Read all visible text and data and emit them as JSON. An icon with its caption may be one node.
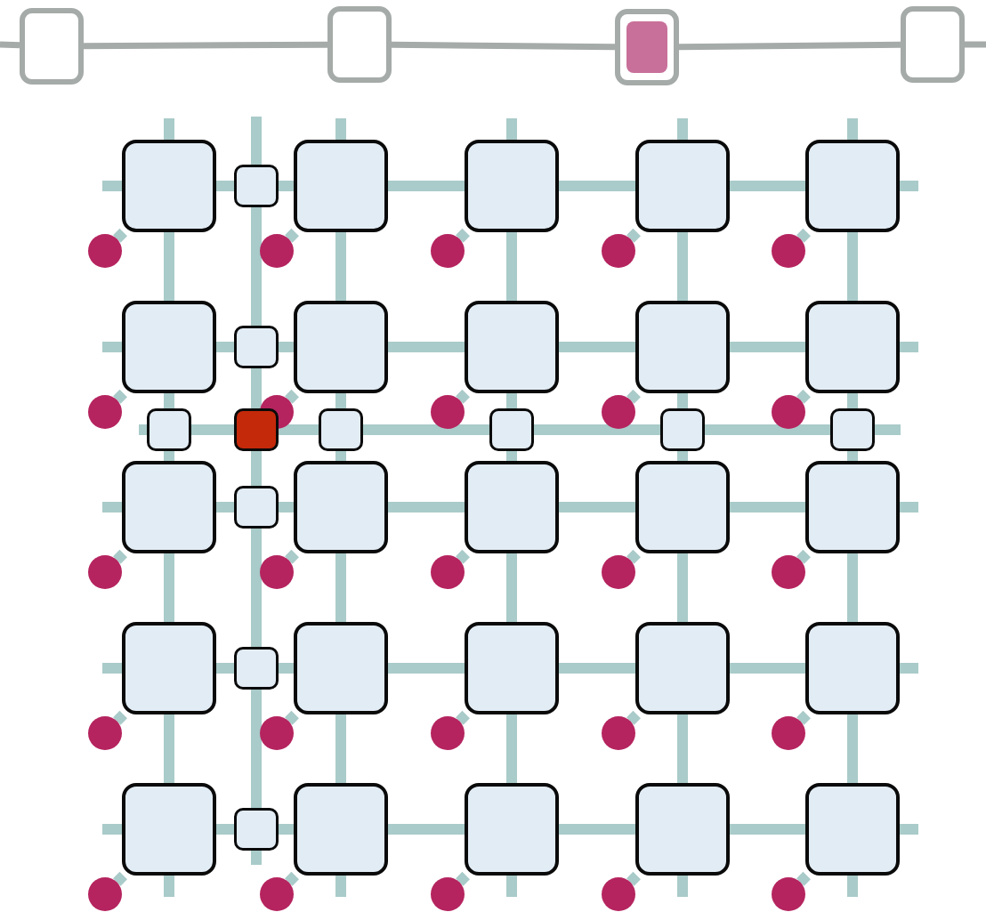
{
  "diagram": {
    "nodes": [
      {
        "text": [],
        "shape": "box"
      },
      {
        "text": [],
        "shape": "box"
      },
      {
        "text": [],
        "shape": "box"
      },
      {
        "text": [],
        "shape": "box"
      },
      {
        "text": [],
        "shape": "box"
      },
      {
        "text": [],
        "shape": "box"
      },
      {
        "text": [],
        "shape": "box"
      },
      {
        "text": [],
        "shape": "box"
      },
      {
        "text": [],
        "shape": "box"
      },
      {
        "text": [],
        "shape": "box"
      },
      {
        "text": [],
        "shape": "box"
      },
      {
        "text": [],
        "shape": "box"
      },
      {
        "text": [],
        "shape": "box"
      },
      {
        "text": [],
        "shape": "box"
      },
      {
        "text": [],
        "shape": "box"
      },
      {
        "text": [],
        "shape": "box"
      },
      {
        "text": [],
        "shape": "box"
      },
      {
        "text": [],
        "shape": "box"
      },
      {
        "text": [],
        "shape": "box"
      },
      {
        "text": [],
        "shape": "box"
      },
      {
        "text": [],
        "shape": "box"
      },
      {
        "text": [],
        "shape": "box"
      },
      {
        "text": [],
        "shape": "box"
      },
      {
        "text": [],
        "shape": "box"
      },
      {
        "text": [],
        "shape": "box"
      },
      {
        "text": [],
        "shape": "box"
      },
      {
        "text": [],
        "shape": "box"
      },
      {
        "text": [],
        "shape": "box"
      },
      {
        "text": [],
        "shape": "box"
      },
      {
        "text": [],
        "shape": "box"
      },
      {
        "text": [],
        "shape": "box"
      },
      {
        "text": [],
        "shape": "box"
      },
      {
        "text": [],
        "shape": "box"
      },
      {
        "text": [],
        "shape": "box"
      },
      {
        "text": [],
        "shape": "box"
      },
      {
        "text": [],
        "shape": "box"
      },
      {
        "text": [],
        "shape": "box"
      },
      {
        "text": [],
        "shape": "box"
      },
      {
        "text": [],
        "shape": "box"
      },
      {
        "text": [],
        "shape": "box"
      },
      {
        "text": [],
        "shape": "circle"
      },
      {
        "text": [],
        "shape": "circle"
      },
      {
        "text": [],
        "shape": "circle"
      },
      {
        "text": [],
        "shape": "circle"
      },
      {
        "text": [],
        "shape": "circle"
      },
      {
        "text": [],
        "shape": "circle"
      },
      {
        "text": [],
        "shape": "circle"
      },
      {
        "text": [],
        "shape": "circle"
      },
      {
        "text": [],
        "shape": "circle"
      },
      {
        "text": [],
        "shape": "circle"
      },
      {
        "text": [],
        "shape": "circle"
      },
      {
        "text": [],
        "shape": "circle"
      },
      {
        "text": [],
        "shape": "circle"
      },
      {
        "text": [],
        "shape": "circle"
      },
      {
        "text": [],
        "shape": "circle"
      },
      {
        "text": [],
        "shape": "circle"
      },
      {
        "text": [],
        "shape": "circle"
      },
      {
        "text": [],
        "shape": "circle"
      },
      {
        "text": [],
        "shape": "circle"
      },
      {
        "text": [],
        "shape": "circle"
      },
      {
        "text": [],
        "shape": "circle"
      },
      {
        "text": [],
        "shape": "circle"
      },
      {
        "text": [],
        "shape": "circle"
      },
      {
        "text": [],
        "shape": "circle"
      },
      {
        "text": [],
        "shape": "circle"
      }
    ],
    "edges": [
      {
        "from": null,
        "to": 0,
        "arrow": "none",
        "color": "#a5aba8"
      },
      {
        "from": 0,
        "to": 1,
        "arrow": "none",
        "color": "#a5aba8"
      },
      {
        "from": 1,
        "to": 2,
        "arrow": "none",
        "color": "#a5aba8"
      },
      {
        "from": 2,
        "to": 3,
        "arrow": "none",
        "color": "#a5aba8"
      },
      {
        "from": 3,
        "to": null,
        "arrow": "none",
        "color": "#a5aba8"
      },
      {
        "from": null,
        "to": 4,
        "arrow": "none"
      },
      {
        "from": 4,
        "to": 29,
        "arrow": "none"
      },
      {
        "from": 29,
        "to": 5,
        "arrow": "none"
      },
      {
        "from": 5,
        "to": 6,
        "arrow": "none"
      },
      {
        "from": 6,
        "to": 7,
        "arrow": "none"
      },
      {
        "from": 7,
        "to": 8,
        "arrow": "none"
      },
      {
        "from": 8,
        "to": null,
        "arrow": "none"
      },
      {
        "from": null,
        "to": 9,
        "arrow": "none"
      },
      {
        "from": 9,
        "to": 30,
        "arrow": "none"
      },
      {
        "from": 30,
        "to": 10,
        "arrow": "none"
      },
      {
        "from": 10,
        "to": 11,
        "arrow": "none"
      },
      {
        "from": 11,
        "to": 12,
        "arrow": "none"
      },
      {
        "from": 12,
        "to": 13,
        "arrow": "none"
      },
      {
        "from": 13,
        "to": null,
        "arrow": "none"
      },
      {
        "from": null,
        "to": 14,
        "arrow": "none"
      },
      {
        "from": 14,
        "to": 31,
        "arrow": "none"
      },
      {
        "from": 31,
        "to": 15,
        "arrow": "none"
      },
      {
        "from": 15,
        "to": 16,
        "arrow": "none"
      },
      {
        "from": 16,
        "to": 17,
        "arrow": "none"
      },
      {
        "from": 17,
        "to": 18,
        "arrow": "none"
      },
      {
        "from": 18,
        "to": null,
        "arrow": "none"
      },
      {
        "from": null,
        "to": 19,
        "arrow": "none"
      },
      {
        "from": 19,
        "to": 32,
        "arrow": "none"
      },
      {
        "from": 32,
        "to": 20,
        "arrow": "none"
      },
      {
        "from": 20,
        "to": 21,
        "arrow": "none"
      },
      {
        "from": 21,
        "to": 22,
        "arrow": "none"
      },
      {
        "from": 22,
        "to": 23,
        "arrow": "none"
      },
      {
        "from": 23,
        "to": null,
        "arrow": "none"
      },
      {
        "from": null,
        "to": 24,
        "arrow": "none"
      },
      {
        "from": 24,
        "to": 33,
        "arrow": "none"
      },
      {
        "from": 33,
        "to": 25,
        "arrow": "none"
      },
      {
        "from": 25,
        "to": 26,
        "arrow": "none"
      },
      {
        "from": 26,
        "to": 27,
        "arrow": "none"
      },
      {
        "from": 27,
        "to": 28,
        "arrow": "none"
      },
      {
        "from": 28,
        "to": null,
        "arrow": "none"
      },
      {
        "from": null,
        "to": 34,
        "arrow": "none"
      },
      {
        "from": 34,
        "to": 35,
        "arrow": "none"
      },
      {
        "from": 35,
        "to": 36,
        "arrow": "none"
      },
      {
        "from": 36,
        "to": 37,
        "arrow": "none"
      },
      {
        "from": 37,
        "to": 38,
        "arrow": "none"
      },
      {
        "from": 38,
        "to": 39,
        "arrow": "none"
      },
      {
        "from": 39,
        "to": null,
        "arrow": "none"
      },
      {
        "from": null,
        "to": 4,
        "arrow": "none"
      },
      {
        "from": 4,
        "to": 9,
        "arrow": "none"
      },
      {
        "from": 9,
        "to": 34,
        "arrow": "none"
      },
      {
        "from": 34,
        "to": 14,
        "arrow": "none"
      },
      {
        "from": 14,
        "to": 19,
        "arrow": "none"
      },
      {
        "from": 19,
        "to": 24,
        "arrow": "none"
      },
      {
        "from": 24,
        "to": null,
        "arrow": "none"
      },
      {
        "from": null,
        "to": 5,
        "arrow": "none"
      },
      {
        "from": 5,
        "to": 10,
        "arrow": "none"
      },
      {
        "from": 10,
        "to": 36,
        "arrow": "none"
      },
      {
        "from": 36,
        "to": 15,
        "arrow": "none"
      },
      {
        "from": 15,
        "to": 20,
        "arrow": "none"
      },
      {
        "from": 20,
        "to": 25,
        "arrow": "none"
      },
      {
        "from": 25,
        "to": null,
        "arrow": "none"
      },
      {
        "from": null,
        "to": 6,
        "arrow": "none"
      },
      {
        "from": 6,
        "to": 11,
        "arrow": "none"
      },
      {
        "from": 11,
        "to": 37,
        "arrow": "none"
      },
      {
        "from": 37,
        "to": 16,
        "arrow": "none"
      },
      {
        "from": 16,
        "to": 21,
        "arrow": "none"
      },
      {
        "from": 21,
        "to": 26,
        "arrow": "none"
      },
      {
        "from": 26,
        "to": null,
        "arrow": "none"
      },
      {
        "from": null,
        "to": 7,
        "arrow": "none"
      },
      {
        "from": 7,
        "to": 12,
        "arrow": "none"
      },
      {
        "from": 12,
        "to": 38,
        "arrow": "none"
      },
      {
        "from": 38,
        "to": 17,
        "arrow": "none"
      },
      {
        "from": 17,
        "to": 22,
        "arrow": "none"
      },
      {
        "from": 22,
        "to": 27,
        "arrow": "none"
      },
      {
        "from": 27,
        "to": null,
        "arrow": "none"
      },
      {
        "from": null,
        "to": 8,
        "arrow": "none"
      },
      {
        "from": 8,
        "to": 13,
        "arrow": "none"
      },
      {
        "from": 13,
        "to": 39,
        "arrow": "none"
      },
      {
        "from": 39,
        "to": 18,
        "arrow": "none"
      },
      {
        "from": 18,
        "to": 23,
        "arrow": "none"
      },
      {
        "from": 23,
        "to": 28,
        "arrow": "none"
      },
      {
        "from": 28,
        "to": null,
        "arrow": "none"
      },
      {
        "from": null,
        "to": 29,
        "arrow": "none"
      },
      {
        "from": 29,
        "to": 30,
        "arrow": "none"
      },
      {
        "from": 30,
        "to": 35,
        "arrow": "none"
      },
      {
        "from": 35,
        "to": 31,
        "arrow": "none"
      },
      {
        "from": 31,
        "to": 32,
        "arrow": "none"
      },
      {
        "from": 32,
        "to": 33,
        "arrow": "none"
      },
      {
        "from": 33,
        "to": null,
        "arrow": "none"
      },
      {
        "from": 4,
        "to": 40,
        "arrow": "none"
      },
      {
        "from": 5,
        "to": 41,
        "arrow": "none"
      },
      {
        "from": 6,
        "to": 42,
        "arrow": "none"
      },
      {
        "from": 7,
        "to": 43,
        "arrow": "none"
      },
      {
        "from": 8,
        "to": 44,
        "arrow": "none"
      },
      {
        "from": 9,
        "to": 45,
        "arrow": "none"
      },
      {
        "from": 10,
        "to": 46,
        "arrow": "none"
      },
      {
        "from": 11,
        "to": 47,
        "arrow": "none"
      },
      {
        "from": 12,
        "to": 48,
        "arrow": "none"
      },
      {
        "from": 13,
        "to": 49,
        "arrow": "none"
      },
      {
        "from": 14,
        "to": 50,
        "arrow": "none"
      },
      {
        "from": 15,
        "to": 51,
        "arrow": "none"
      },
      {
        "from": 16,
        "to": 52,
        "arrow": "none"
      },
      {
        "from": 17,
        "to": 53,
        "arrow": "none"
      },
      {
        "from": 18,
        "to": 54,
        "arrow": "none"
      },
      {
        "from": 19,
        "to": 55,
        "arrow": "none"
      },
      {
        "from": 20,
        "to": 56,
        "arrow": "none"
      },
      {
        "from": 21,
        "to": 57,
        "arrow": "none"
      },
      {
        "from": 22,
        "to": 58,
        "arrow": "none"
      },
      {
        "from": 23,
        "to": 59,
        "arrow": "none"
      },
      {
        "from": 24,
        "to": 60,
        "arrow": "none"
      },
      {
        "from": 25,
        "to": 61,
        "arrow": "none"
      },
      {
        "from": 26,
        "to": 62,
        "arrow": "none"
      },
      {
        "from": 27,
        "to": 63,
        "arrow": "none"
      },
      {
        "from": 28,
        "to": 64,
        "arrow": "none"
      }
    ]
  }
}
